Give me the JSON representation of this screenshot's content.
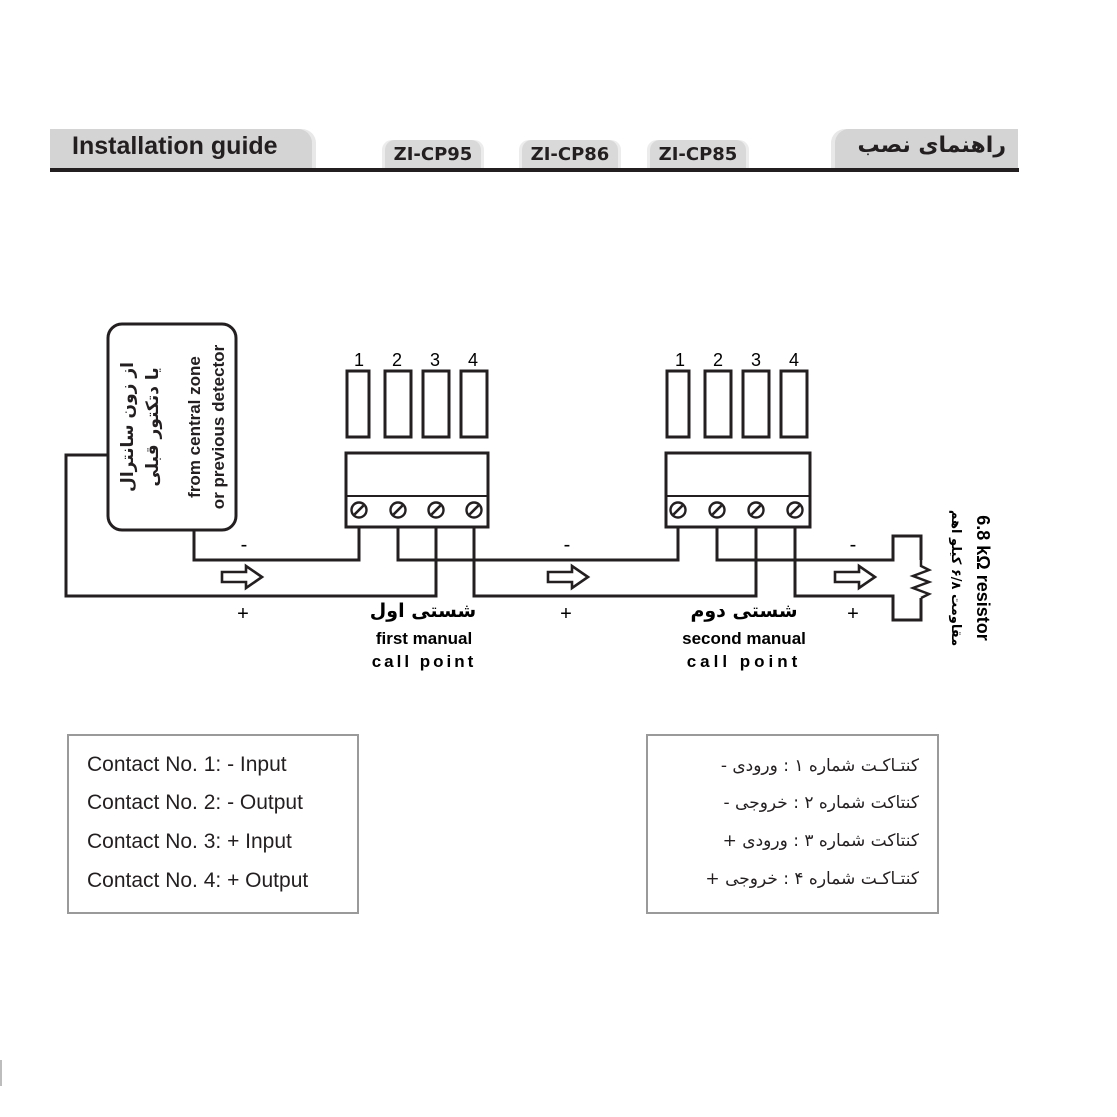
{
  "header": {
    "title_en": "Installation guide",
    "title_fa": "راهنمای نصب",
    "models": [
      "ZI-CP95",
      "ZI-CP86",
      "ZI-CP85"
    ]
  },
  "diagram": {
    "source_box": {
      "fa_line1": "از زون سانترال",
      "fa_line2": "یا دتکتور قبلی",
      "en_line1": "from  central  zone",
      "en_line2": "or previous detector"
    },
    "terminal_numbers": [
      "1",
      "2",
      "3",
      "4"
    ],
    "call_point_1": {
      "fa": "شستی اول",
      "en_line1": "first manual",
      "en_line2": "call  point"
    },
    "call_point_2": {
      "fa": "شستی دوم",
      "en_line1": "second manual",
      "en_line2": "call  point"
    },
    "polarity_minus": "-",
    "polarity_plus": "+",
    "resistor": {
      "en": "6.8 kΩ resistor",
      "fa": "مقاومت ۶/۸ کیلو اهم"
    }
  },
  "legend_en": [
    "Contact No. 1: - Input",
    "Contact No. 2: - Output",
    "Contact No. 3: + Input",
    "Contact No. 4: + Output"
  ],
  "legend_fa": [
    "کنتـاکـت شماره ۱ :  ورودی  -",
    "کنتاکت شماره  ۲ : خروجی  -",
    "کنتاکت شماره ۳ :  ورودی  +",
    "کنتـاکـت شماره ۴ : خروجی +"
  ],
  "colors": {
    "ink": "#231f20",
    "tab_gray": "#d4d4d4",
    "legend_border": "#9a9a9a"
  }
}
